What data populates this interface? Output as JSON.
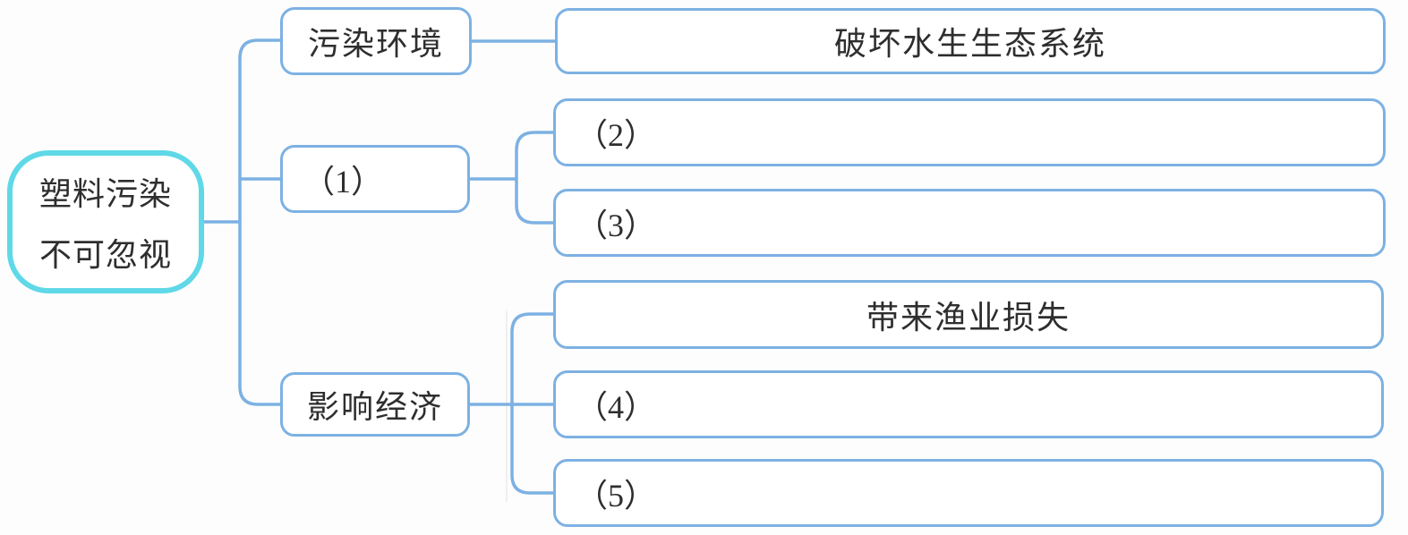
{
  "colors": {
    "root_accent": "#5fd8e7",
    "branch_accent": "#7db1e3",
    "text": "#2e2e2e",
    "background": "#fdfdfd"
  },
  "mindmap": {
    "root": {
      "lines": [
        "塑料污染",
        "不可忽视"
      ]
    },
    "branches": [
      {
        "label": "污染环境",
        "children": [
          {
            "label": "破坏水生生态系统"
          }
        ]
      },
      {
        "label": "（1）",
        "children": [
          {
            "label": "（2）"
          },
          {
            "label": "（3）"
          }
        ]
      },
      {
        "label": "影响经济",
        "children": [
          {
            "label": "带来渔业损失"
          },
          {
            "label": "（4）"
          },
          {
            "label": "（5）"
          }
        ]
      }
    ]
  }
}
